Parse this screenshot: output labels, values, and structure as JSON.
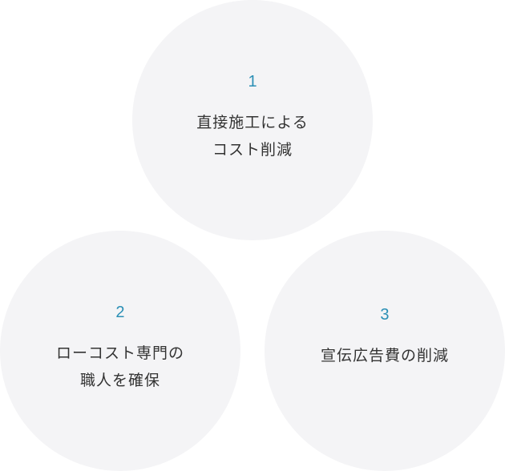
{
  "accent_color": "#2b8fb5",
  "circle_color": "#f4f4f6",
  "items": [
    {
      "number": "1",
      "lines": [
        "直接施工による",
        "コスト削減"
      ]
    },
    {
      "number": "2",
      "lines": [
        "ローコスト専門の",
        "職人を確保"
      ]
    },
    {
      "number": "3",
      "lines": [
        "宣伝広告費の削減"
      ]
    }
  ]
}
